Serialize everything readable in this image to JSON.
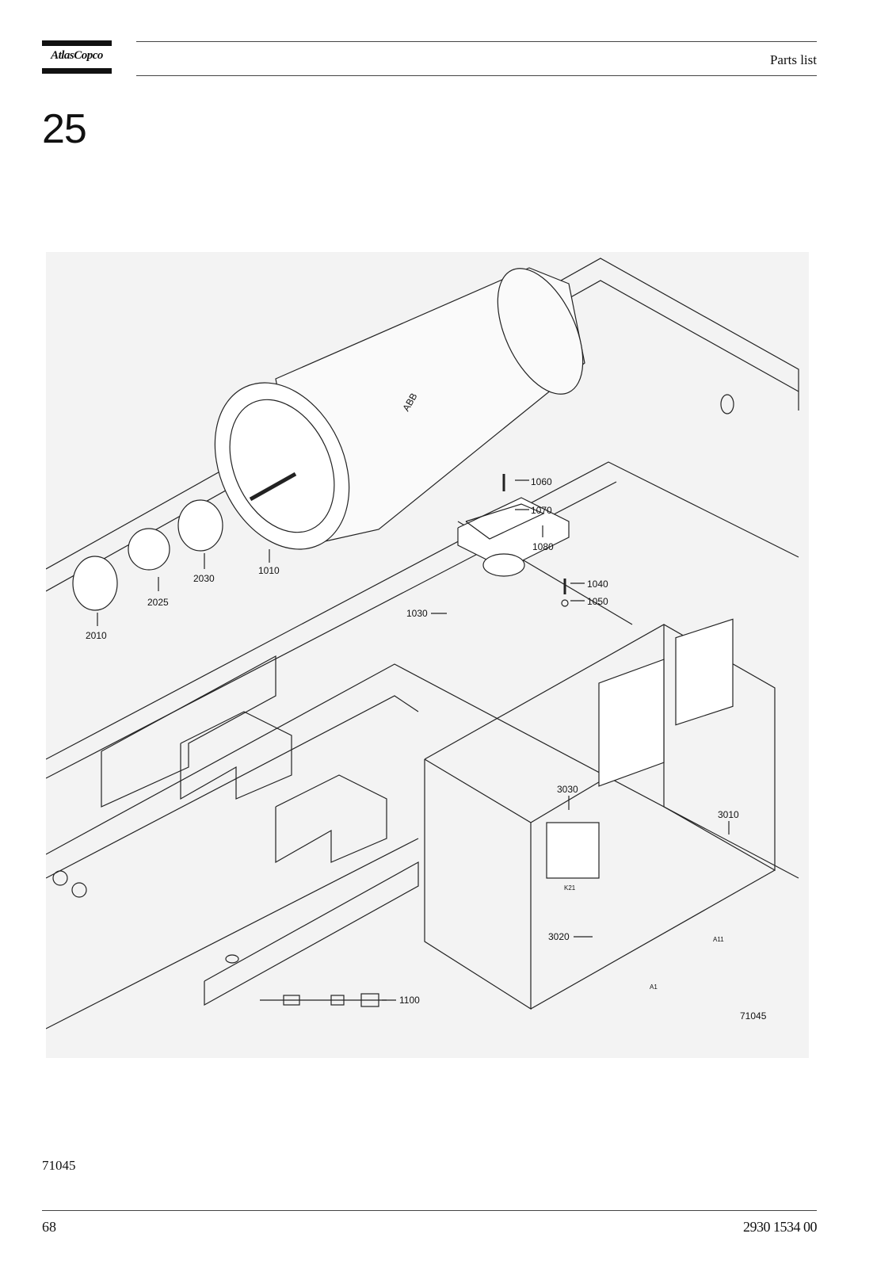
{
  "header": {
    "logo_text": "AtlasCopco",
    "title": "Parts list"
  },
  "section": {
    "number": "25"
  },
  "drawing": {
    "callouts": [
      "1060",
      "1070",
      "1080",
      "1040",
      "1050",
      "1030",
      "1010",
      "2030",
      "2025",
      "2010",
      "3030",
      "3010",
      "3020",
      "1100"
    ],
    "component_labels": [
      "K21",
      "A11",
      "A1"
    ],
    "motor_brand": "ABB",
    "drawing_number": "71045"
  },
  "footer": {
    "drawing_code": "71045",
    "page_number": "68",
    "document_number": "2930 1534 00"
  }
}
